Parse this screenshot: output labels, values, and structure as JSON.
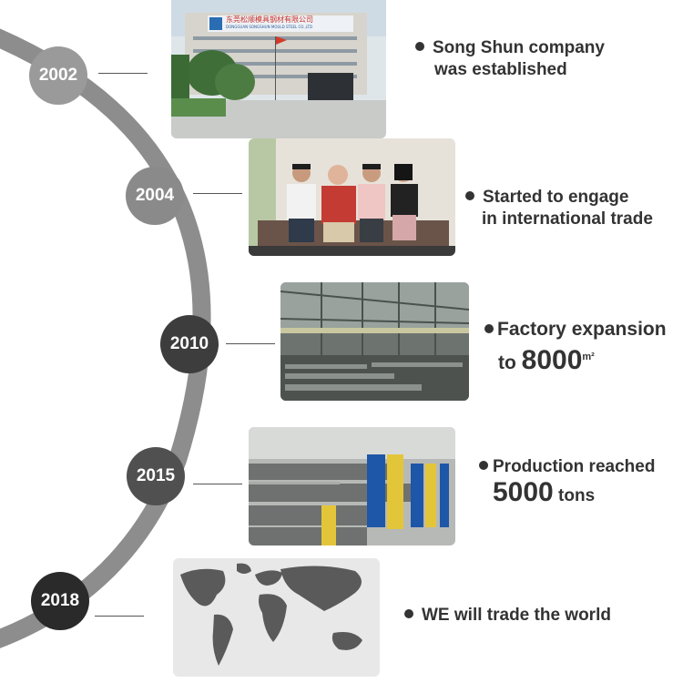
{
  "timeline": [
    {
      "year": "2002",
      "lines": [
        "Song Shun company",
        "was established"
      ]
    },
    {
      "year": "2004",
      "lines": [
        "Started to engage",
        "in international trade"
      ]
    },
    {
      "year": "2010",
      "line1": "Factory expansion",
      "line2_prefix": "to ",
      "line2_value": "8000",
      "line2_unit": "m²"
    },
    {
      "year": "2015",
      "line1": "Production reached",
      "line2_value": "5000",
      "line2_suffix": " tons"
    },
    {
      "year": "2018",
      "lines": [
        "WE will trade the world"
      ]
    }
  ],
  "photos": {
    "building_sign_cn": "东莞松顺模具钢材有限公司",
    "building_sign_en": "DONGGUAN SONGSHUN MOULD STEEL CO.,LTD"
  },
  "colors": {
    "arc": "#7a7a7a",
    "year_2002": "#9a9a9a",
    "year_2004": "#8a8a8a",
    "year_2010": "#3d3d3d",
    "year_2015": "#505050",
    "year_2018": "#2a2a2a",
    "text": "#333333"
  }
}
